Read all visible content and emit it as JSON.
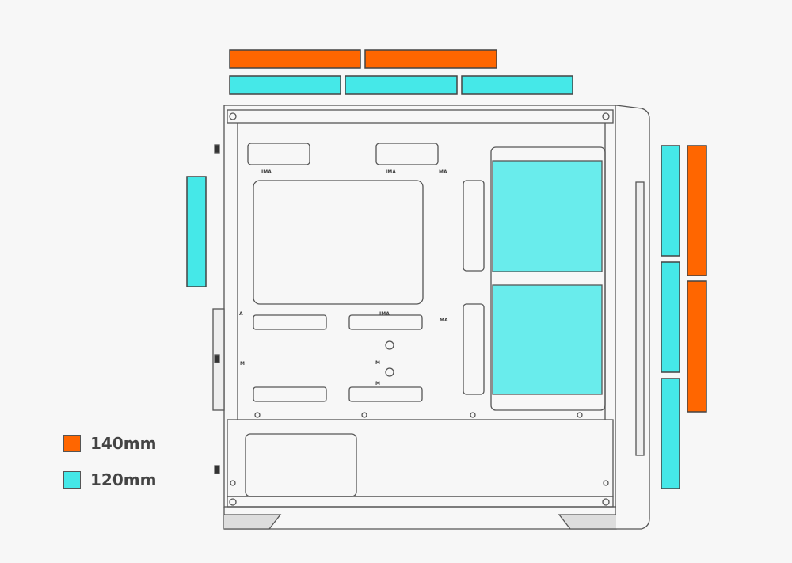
{
  "legend": [
    {
      "label": "140mm",
      "color": "#ff6600"
    },
    {
      "label": "120mm",
      "color": "#45e8e8"
    }
  ],
  "case_labels": {
    "ima": "IMA",
    "ma": "MA",
    "m": "M",
    "a": "A"
  },
  "fan_slots": {
    "top_140mm": 2,
    "top_120mm": 3,
    "rear_120mm": 1,
    "front_120mm": 3,
    "front_140mm": 2
  }
}
